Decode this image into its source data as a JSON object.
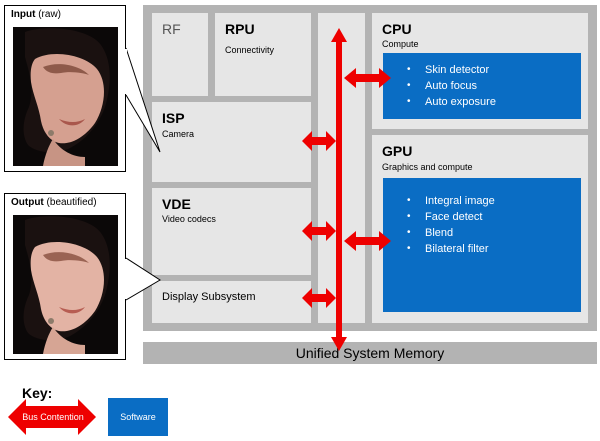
{
  "input_panel": {
    "title": "Input",
    "note": "(raw)"
  },
  "output_panel": {
    "title": "Output",
    "note": "(beautified)"
  },
  "blocks": {
    "rf": {
      "title": "RF"
    },
    "rpu": {
      "title": "RPU",
      "subtitle": "Connectivity"
    },
    "isp": {
      "title": "ISP",
      "subtitle": "Camera"
    },
    "vde": {
      "title": "VDE",
      "subtitle": "Video codecs"
    },
    "display": {
      "title": "Display Subsystem"
    },
    "cpu": {
      "title": "CPU",
      "subtitle": "Compute",
      "software": [
        "Skin detector",
        "Auto focus",
        "Auto exposure"
      ]
    },
    "gpu": {
      "title": "GPU",
      "subtitle": "Graphics and compute",
      "software": [
        "Integral image",
        "Face detect",
        "Blend",
        "Bilateral filter"
      ]
    }
  },
  "memory": {
    "label": "Unified System Memory"
  },
  "key": {
    "title": "Key:",
    "bus": "Bus Contention",
    "software": "Software"
  },
  "colors": {
    "arrow": "#ee0000",
    "software": "#0a6dc4",
    "block": "#e6e6e6",
    "frame": "#b3b3b3"
  }
}
